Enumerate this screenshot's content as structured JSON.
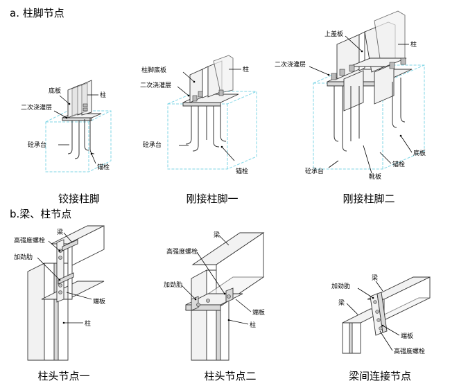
{
  "section_a": {
    "title": "a. 柱脚节点"
  },
  "section_b": {
    "title": "b.梁、柱节点"
  },
  "captions": {
    "hinged_base": "铰接柱脚",
    "rigid_base_1": "刚接柱脚一",
    "rigid_base_2": "刚接柱脚二",
    "column_head_1": "柱头节点一",
    "column_head_2": "柱头节点二",
    "beam_splice": "梁间连接节点"
  },
  "labels": {
    "hinged": {
      "base_plate": "底板",
      "column": "柱",
      "grout": "二次浇灌层",
      "pedestal": "砼承台",
      "anchor": "锚栓"
    },
    "rigid1": {
      "base_plate": "柱脚底板",
      "column": "柱",
      "grout": "二次浇灌层",
      "pedestal": "砼承台",
      "anchor": "锚栓"
    },
    "rigid2": {
      "top_cover": "上盖板",
      "column": "柱",
      "grout": "二次浇灌层",
      "pedestal": "砼承台",
      "base_plate": "底板",
      "anchor": "锚栓",
      "boot": "靴板"
    },
    "head1": {
      "beam": "梁",
      "bolt": "高强度螺栓",
      "stiffener": "加劲肋",
      "end_plate": "端板",
      "column": "柱"
    },
    "head2": {
      "beam": "梁",
      "bolt": "高强度螺栓",
      "stiffener": "加劲肋",
      "end_plate": "端板",
      "column": "柱"
    },
    "splice": {
      "stiffener": "加劲肋",
      "beam_top": "梁",
      "beam_left": "梁",
      "end_plate": "端板",
      "bolt": "高强度螺栓"
    }
  },
  "colors": {
    "concrete_outline": "#7fd6e6",
    "steel_outline": "#333333"
  }
}
